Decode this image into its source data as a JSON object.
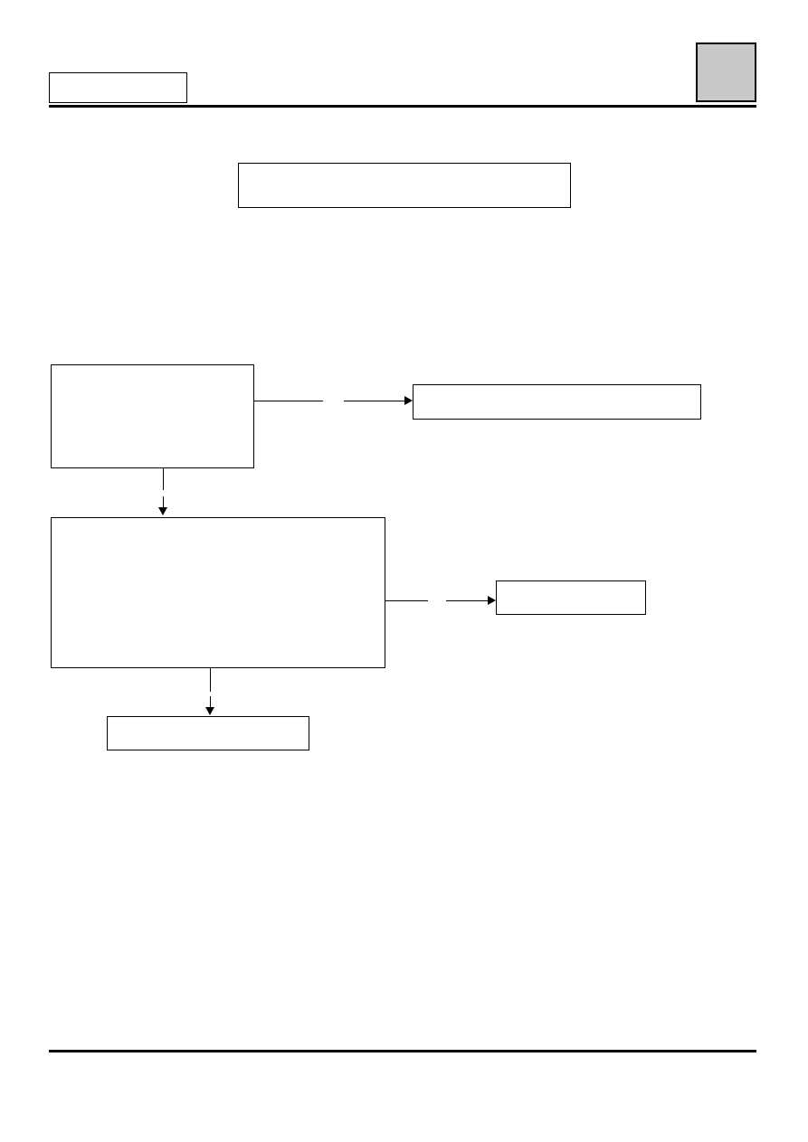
{
  "header": {
    "label_box_text": "",
    "page_tab_text": ""
  },
  "diagram": {
    "title_text": "",
    "nodes": [
      {
        "id": "start",
        "text": ""
      },
      {
        "id": "right-result-1",
        "text": ""
      },
      {
        "id": "middle-step",
        "text": ""
      },
      {
        "id": "right-result-2",
        "text": ""
      },
      {
        "id": "bottom-result",
        "text": ""
      }
    ]
  },
  "colors": {
    "stroke": "#000000",
    "tab_fill": "#c8c8c8",
    "background": "#ffffff"
  }
}
